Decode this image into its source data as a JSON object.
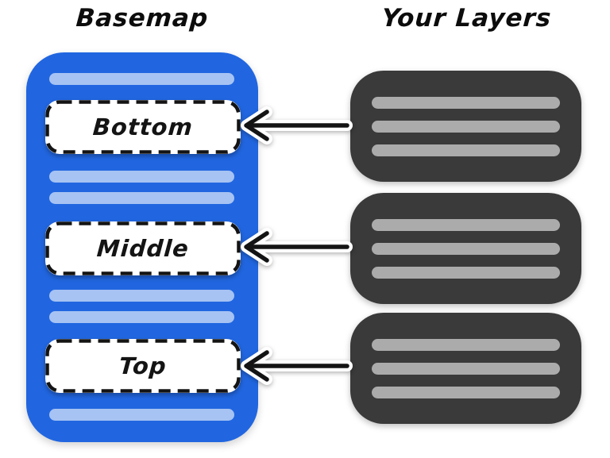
{
  "basemap": {
    "title": "Basemap",
    "slots": [
      {
        "label": "Bottom"
      },
      {
        "label": "Middle"
      },
      {
        "label": "Top"
      }
    ],
    "decorative_bar_count": 6
  },
  "layers": {
    "title": "Your Layers",
    "boxes": [
      {
        "bar_count": 3
      },
      {
        "bar_count": 3
      },
      {
        "bar_count": 3
      }
    ]
  },
  "arrows": {
    "count": 3,
    "direction": "right-to-left"
  },
  "colors": {
    "panel_blue": "#2166e0",
    "bar_light_blue": "#a7c3f3",
    "box_dark": "#3a3a3a",
    "bar_gray": "#ababab",
    "slot_bg": "#ffffff",
    "slot_border": "#141414",
    "arrow": "#141414",
    "arrow_casing": "#ffffff",
    "title_color": "#0c0c0c",
    "background": "#ffffff"
  }
}
